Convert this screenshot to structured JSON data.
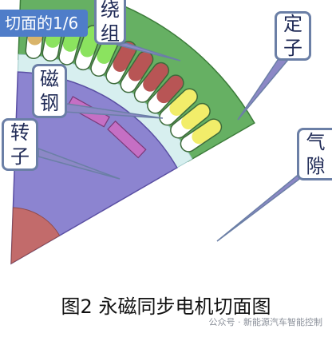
{
  "figure": {
    "badge_text": "切面的1/6",
    "caption": "图2 永磁同步电机切面图",
    "watermark": "公众号 · 新能源汽车智能控制"
  },
  "labels": {
    "winding": [
      "绕",
      "组"
    ],
    "magnet": [
      "磁",
      "钢"
    ],
    "rotor": [
      "转",
      "子"
    ],
    "stator": [
      "定",
      "子"
    ],
    "air_gap": [
      "气",
      "隙"
    ]
  },
  "colors": {
    "stator": "#66b063",
    "stator_edge": "#3c7c3a",
    "rotor": "#8c84d0",
    "rotor_edge": "#5a4fa3",
    "shaft": "#c26b6b",
    "magnet": "#c56fc4",
    "gap": "#d7efef",
    "label_border": "#6b7fa6",
    "pointer": "#8c88c6",
    "badge": "#4f7dc9"
  },
  "slots": [
    {
      "color": "#d9b46a"
    },
    {
      "color": "#8be35f"
    },
    {
      "color": "#8be35f"
    },
    {
      "color": "#8be35f"
    },
    {
      "color": "#8be35f"
    },
    {
      "color": "#b85555"
    },
    {
      "color": "#b85555"
    },
    {
      "color": "#b85555"
    },
    {
      "color": "#b85555"
    },
    {
      "color": "#f2ed6a"
    },
    {
      "color": "#f2ed6a"
    },
    {
      "color": "#f2ed6a"
    }
  ]
}
